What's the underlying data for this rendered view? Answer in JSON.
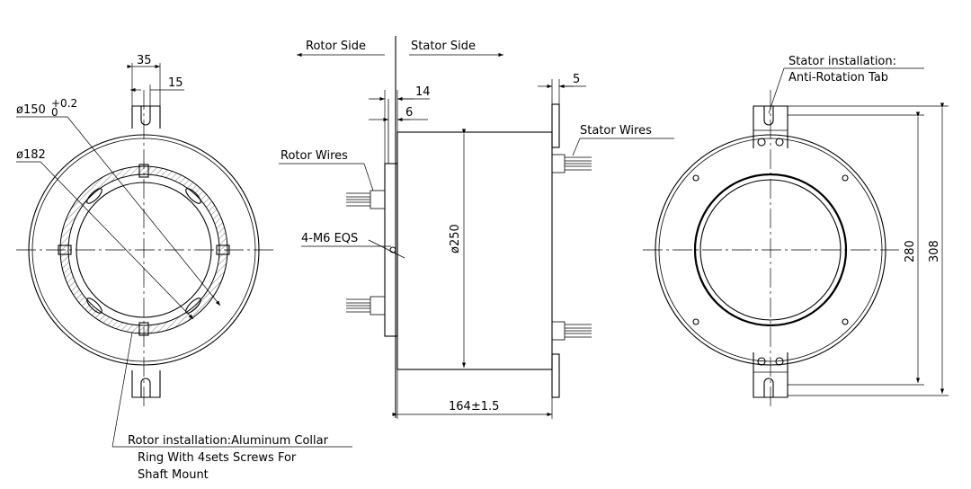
{
  "labels": {
    "rotor_side": "Rotor Side",
    "stator_side": "Stator Side",
    "dim_35": "35",
    "dim_15": "15",
    "dim_phi150": "ø150",
    "dim_phi150_tol_upper": "+0.2",
    "dim_phi150_tol_lower": "0",
    "dim_phi182": "ø182",
    "dim_14": "14",
    "dim_6": "6",
    "dim_5": "5",
    "dim_phi250": "ø250",
    "dim_164": "164±1.5",
    "dim_280": "280",
    "dim_308": "308",
    "rotor_wires": "Rotor Wires",
    "stator_wires": "Stator Wires",
    "m6_eqs": "4-M6 EQS",
    "stator_install_line1": "Stator installation:",
    "stator_install_line2": "Anti-Rotation Tab",
    "rotor_install_line1": "Rotor installation:Aluminum Collar",
    "rotor_install_line2": "Ring With 4sets Screws For",
    "rotor_install_line3": "Shaft Mount"
  }
}
